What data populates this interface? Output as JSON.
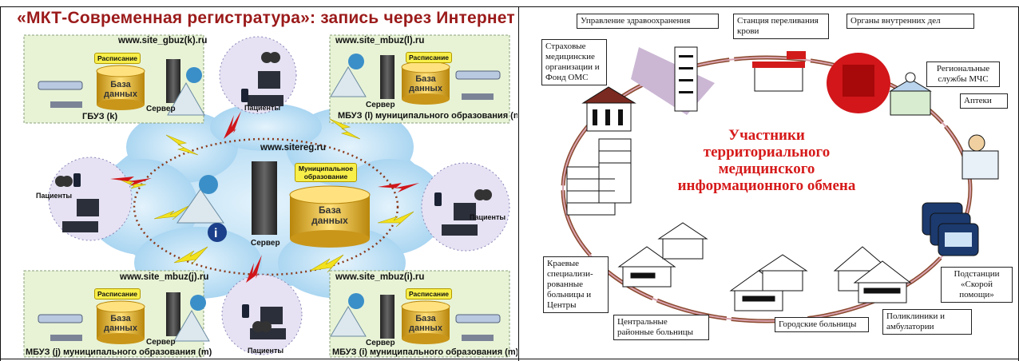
{
  "left": {
    "title": "«МКТ-Современная регистратура»: запись через Интернет",
    "top_left": {
      "site": "www.site_gbuz(k).ru",
      "schedule": "Расписание",
      "db": "База данных",
      "server": "Сервер",
      "org": "ГБУЗ (k)"
    },
    "top_right": {
      "site": "www.site_mbuz(l).ru",
      "schedule": "Расписание",
      "db": "База данных",
      "server": "Сервер",
      "org": "МБУЗ (l) муниципального образования (n)"
    },
    "bottom_left": {
      "site": "www.site_mbuz(j).ru",
      "schedule": "Расписание",
      "db": "База данных",
      "server": "Сервер",
      "org": "МБУЗ (j) муниципального образования (m)"
    },
    "bottom_right": {
      "site": "www.site_mbuz(i).ru",
      "schedule": "Расписание",
      "db": "База данных",
      "server": "Сервер",
      "org": "МБУЗ (i) муниципального образования (m)"
    },
    "center": {
      "site": "www.sitereg.ru",
      "munic": "Муниципальное образование",
      "db": "База данных",
      "server": "Сервер"
    },
    "patients": [
      "Пациенты",
      "Пациенты",
      "Пациенты",
      "Пациенты"
    ],
    "colors": {
      "title": "#9b1a1a",
      "cloud": "#b9dcf3",
      "panel": "#e8f3d6",
      "tag": "#f8ef4a"
    }
  },
  "right": {
    "center_title": [
      "Участники",
      "территориального",
      "медицинского",
      "информационного обмена"
    ],
    "labels": {
      "health_admin": "Управление здравоохранения",
      "blood_station": "Станция переливания крови",
      "police": "Органы внутренних дел",
      "insurance": "Страховые медицинские организации и Фонд ОМС",
      "emergency": "Региональные службы МЧС",
      "pharmacy": "Аптеки",
      "regional": "Краевые специализи-рованные больницы и Центры",
      "district": "Центральные районные больницы",
      "city": "Городские больницы",
      "clinics": "Поликлиники и амбулатории",
      "ambulance": "Подстанции «Скорой помощи»"
    },
    "colors": {
      "title": "#d61a1a",
      "ring": "#8b4a2f"
    }
  }
}
